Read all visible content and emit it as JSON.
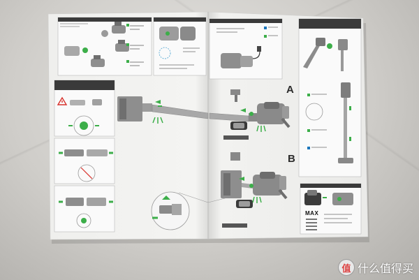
{
  "labels": {
    "section_a": "A",
    "section_b": "B",
    "max_mark": "MAX"
  },
  "watermark": {
    "logo": "值",
    "site_name": "什么值得买"
  },
  "colors": {
    "accent_green": "#3cae49",
    "header_dark": "#3a3a3a",
    "page_white": "#f6f6f4",
    "diagram_gray": "#8e8e8e",
    "warning_red": "#d8322c"
  },
  "icons": [
    "warning-triangle-icon",
    "arrow-icon",
    "vacuum-illustration",
    "watermark-logo"
  ]
}
